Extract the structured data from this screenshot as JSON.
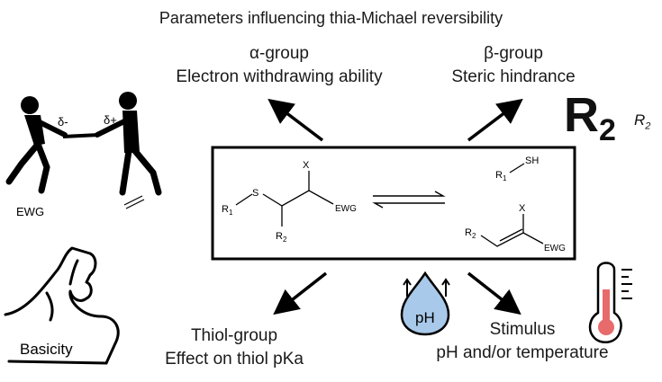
{
  "title": "Parameters influencing thia-Michael reversibility",
  "alpha": {
    "title": "α-group",
    "description": "Electron withdrawing ability"
  },
  "beta": {
    "title": "β-group",
    "description": "Steric hindrance"
  },
  "thiol": {
    "title": "Thiol-group",
    "description": "Effect on thiol pKa"
  },
  "stimulus": {
    "title": "Stimulus",
    "description": "pH and/or temperature"
  },
  "r2_big": {
    "main": "R",
    "sub": "2"
  },
  "r2_small": {
    "main": "R",
    "sub": "2"
  },
  "left_figure": {
    "delta_minus": "δ-",
    "delta_plus": "δ+",
    "ewg": "EWG"
  },
  "muscle_label": "Basicity",
  "ph_label": "pH",
  "reaction": {
    "adduct": {
      "r1": "R",
      "r1_sub": "1",
      "s": "S",
      "x": "X",
      "ewg": "EWG",
      "r2": "R",
      "r2_sub": "2"
    },
    "thiol": {
      "r1": "R",
      "r1_sub": "1",
      "sh": "SH"
    },
    "alkene": {
      "r2": "R",
      "r2_sub": "2",
      "x": "X",
      "ewg": "EWG"
    }
  },
  "colors": {
    "drop_fill": "#a9c9ea",
    "thermo_fill": "#e76b6b",
    "ink": "#000000"
  }
}
